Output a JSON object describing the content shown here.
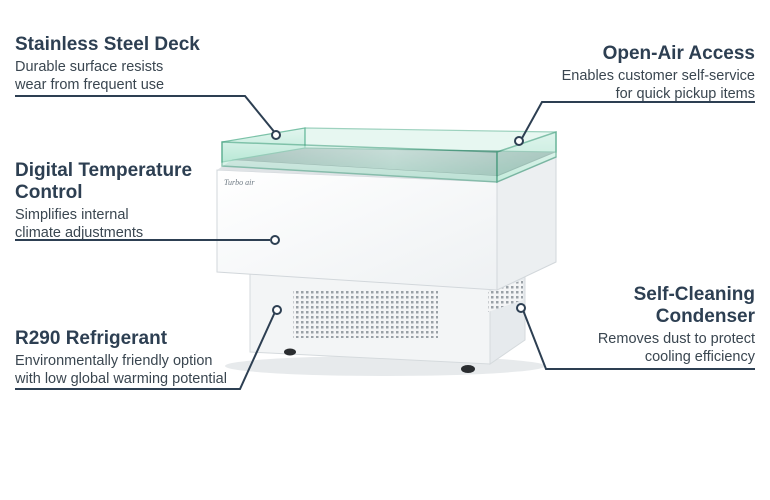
{
  "callouts": {
    "stainless": {
      "title": "Stainless Steel Deck",
      "line1": "Durable surface resists",
      "line2": "wear from frequent use"
    },
    "open_air": {
      "title": "Open-Air Access",
      "line1": "Enables customer self-service",
      "line2": "for quick pickup items"
    },
    "digital_temp": {
      "title_line1": "Digital Temperature",
      "title_line2": "Control",
      "line1": "Simplifies internal",
      "line2": "climate adjustments"
    },
    "refrigerant": {
      "title": "R290 Refrigerant",
      "line1": "Environmentally friendly option",
      "line2": "with low global warming potential"
    },
    "self_cleaning": {
      "title_line1": "Self-Cleaning",
      "title_line2": "Condenser",
      "line1": "Removes dust to protect",
      "line2": "cooling efficiency"
    }
  },
  "product": {
    "brand_label": "Turbo air"
  },
  "colors": {
    "title": "#2d3f52",
    "leader_line": "#2d3f52",
    "cabinet": "#ffffff",
    "glass": "#6fc9a8"
  }
}
